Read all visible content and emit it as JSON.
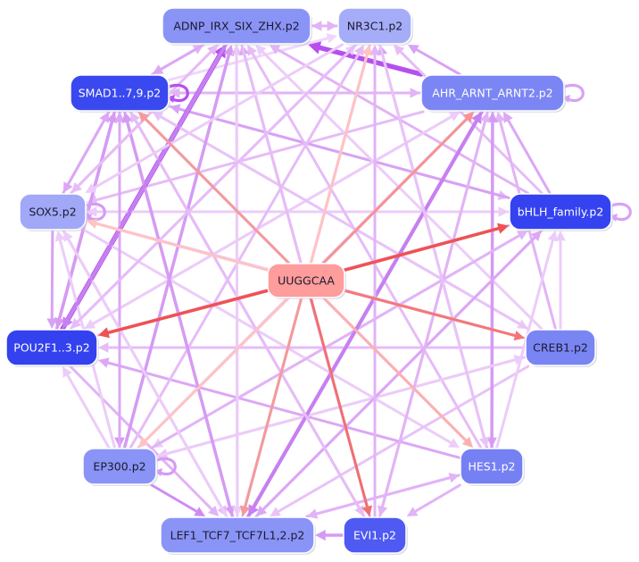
{
  "center": {
    "id": "UUGGCAA",
    "label": "UUGGCAA",
    "color": "#ff9c9c"
  },
  "nodes": [
    {
      "id": "ADNP",
      "label": "ADNP_IRX_SIX_ZHX.p2",
      "color": "#8a94f6",
      "text": "dark"
    },
    {
      "id": "NR3C1",
      "label": "NR3C1.p2",
      "color": "#a6adf8",
      "text": "dark"
    },
    {
      "id": "SMAD",
      "label": "SMAD1..7,9.p2",
      "color": "#3a48f0",
      "text": "light"
    },
    {
      "id": "AHR",
      "label": "AHR_ARNT_ARNT2.p2",
      "color": "#7b86f4",
      "text": "light"
    },
    {
      "id": "SOX5",
      "label": "SOX5.p2",
      "color": "#a1a8f7",
      "text": "dark"
    },
    {
      "id": "BHLH",
      "label": "bHLH_family.p2",
      "color": "#3442ef",
      "text": "light"
    },
    {
      "id": "POU2F1",
      "label": "POU2F1..3.p2",
      "color": "#3341ef",
      "text": "light"
    },
    {
      "id": "CREB1",
      "label": "CREB1.p2",
      "color": "#7a85f4",
      "text": "dark"
    },
    {
      "id": "EP300",
      "label": "EP300.p2",
      "color": "#8a94f6",
      "text": "dark"
    },
    {
      "id": "HES1",
      "label": "HES1.p2",
      "color": "#7580f3",
      "text": "light"
    },
    {
      "id": "LEF1",
      "label": "LEF1_TCF7_TCF7L1,2.p2",
      "color": "#8a94f6",
      "text": "dark"
    },
    {
      "id": "EVI1",
      "label": "EVI1.p2",
      "color": "#4e5af1",
      "text": "light"
    }
  ],
  "center_edges": [
    {
      "to": "SMAD",
      "color": "#f49a9a"
    },
    {
      "to": "NR3C1",
      "color": "#ffc3c3"
    },
    {
      "to": "AHR",
      "color": "#f79292"
    },
    {
      "to": "SOX5",
      "color": "#ffc3c3"
    },
    {
      "to": "BHLH",
      "color": "#ef5252"
    },
    {
      "to": "POU2F1",
      "color": "#ef5252"
    },
    {
      "to": "CREB1",
      "color": "#f47777"
    },
    {
      "to": "EP300",
      "color": "#ffc3c3"
    },
    {
      "to": "HES1",
      "color": "#fcb0b0"
    },
    {
      "to": "LEF1",
      "color": "#f49a9a"
    },
    {
      "to": "EVI1",
      "color": "#f07070"
    }
  ],
  "edges": [
    {
      "from": "SMAD",
      "to": "ADNP",
      "color": "#e2b3f6"
    },
    {
      "from": "SMAD",
      "to": "NR3C1",
      "color": "#f0d6fb"
    },
    {
      "from": "SMAD",
      "to": "AHR",
      "color": "#e2b3f6"
    },
    {
      "from": "SMAD",
      "to": "BHLH",
      "color": "#e6bcf7"
    },
    {
      "from": "SMAD",
      "to": "SOX5",
      "color": "#dca7f5"
    },
    {
      "from": "SMAD",
      "to": "POU2F1",
      "color": "#d59bf3"
    },
    {
      "from": "SMAD",
      "to": "EP300",
      "color": "#d496f3"
    },
    {
      "from": "SMAD",
      "to": "LEF1",
      "color": "#d8a2f4"
    },
    {
      "from": "SMAD",
      "to": "EVI1",
      "color": "#e6bcf7"
    },
    {
      "from": "SMAD",
      "to": "HES1",
      "color": "#e8c3f8"
    },
    {
      "from": "SMAD",
      "to": "CREB1",
      "color": "#ecccf9"
    },
    {
      "from": "AHR",
      "to": "SMAD",
      "color": "#e2b3f6"
    },
    {
      "from": "AHR",
      "to": "ADNP",
      "color": "#b550ee"
    },
    {
      "from": "AHR",
      "to": "NR3C1",
      "color": "#d8a2f4"
    },
    {
      "from": "AHR",
      "to": "SOX5",
      "color": "#e6bcf7"
    },
    {
      "from": "AHR",
      "to": "LEF1",
      "color": "#c680f1"
    },
    {
      "from": "AHR",
      "to": "EVI1",
      "color": "#e2b3f6"
    },
    {
      "from": "AHR",
      "to": "HES1",
      "color": "#d8a2f4"
    },
    {
      "from": "AHR",
      "to": "POU2F1",
      "color": "#ecccf9"
    },
    {
      "from": "AHR",
      "to": "EP300",
      "color": "#ecccf9"
    },
    {
      "from": "BHLH",
      "to": "AHR",
      "color": "#dca7f5"
    },
    {
      "from": "BHLH",
      "to": "ADNP",
      "color": "#e2b3f6"
    },
    {
      "from": "BHLH",
      "to": "SMAD",
      "color": "#d8a2f4"
    },
    {
      "from": "BHLH",
      "to": "SOX5",
      "color": "#ecccf9"
    },
    {
      "from": "BHLH",
      "to": "POU2F1",
      "color": "#e2b3f6"
    },
    {
      "from": "BHLH",
      "to": "LEF1",
      "color": "#dca7f5"
    },
    {
      "from": "BHLH",
      "to": "EP300",
      "color": "#ecccf9"
    },
    {
      "from": "BHLH",
      "to": "NR3C1",
      "color": "#e6bcf7"
    },
    {
      "from": "POU2F1",
      "to": "ADNP",
      "color": "#b550ee"
    },
    {
      "from": "POU2F1",
      "to": "SMAD",
      "color": "#d59bf3"
    },
    {
      "from": "POU2F1",
      "to": "BHLH",
      "color": "#e8c3f8"
    },
    {
      "from": "POU2F1",
      "to": "AHR",
      "color": "#ecccf9"
    },
    {
      "from": "POU2F1",
      "to": "LEF1",
      "color": "#e2b3f6"
    },
    {
      "from": "POU2F1",
      "to": "NR3C1",
      "color": "#ecccf9"
    },
    {
      "from": "SOX5",
      "to": "POU2F1",
      "color": "#d8a2f4"
    },
    {
      "from": "SOX5",
      "to": "ADNP",
      "color": "#e2b3f6"
    },
    {
      "from": "SOX5",
      "to": "SMAD",
      "color": "#dca7f5"
    },
    {
      "from": "SOX5",
      "to": "BHLH",
      "color": "#ecccf9"
    },
    {
      "from": "SOX5",
      "to": "LEF1",
      "color": "#e6bcf7"
    },
    {
      "from": "SOX5",
      "to": "HES1",
      "color": "#ecccf9"
    },
    {
      "from": "CREB1",
      "to": "POU2F1",
      "color": "#e6bcf7"
    },
    {
      "from": "CREB1",
      "to": "SMAD",
      "color": "#e8c3f8"
    },
    {
      "from": "CREB1",
      "to": "EP300",
      "color": "#e8c3f8"
    },
    {
      "from": "CREB1",
      "to": "LEF1",
      "color": "#e8c3f8"
    },
    {
      "from": "CREB1",
      "to": "AHR",
      "color": "#e2b3f6"
    },
    {
      "from": "CREB1",
      "to": "BHLH",
      "color": "#ecccf9"
    },
    {
      "from": "CREB1",
      "to": "SOX5",
      "color": "#ecccf9"
    },
    {
      "from": "CREB1",
      "to": "ADNP",
      "color": "#ecccf9"
    },
    {
      "from": "HES1",
      "to": "POU2F1",
      "color": "#dca7f5"
    },
    {
      "from": "HES1",
      "to": "NR3C1",
      "color": "#d8a2f4"
    },
    {
      "from": "HES1",
      "to": "AHR",
      "color": "#d59bf3"
    },
    {
      "from": "HES1",
      "to": "LEF1",
      "color": "#e2b3f6"
    },
    {
      "from": "HES1",
      "to": "EVI1",
      "color": "#e2b3f6"
    },
    {
      "from": "HES1",
      "to": "BHLH",
      "color": "#ecccf9"
    },
    {
      "from": "HES1",
      "to": "ADNP",
      "color": "#e6bcf7"
    },
    {
      "from": "EP300",
      "to": "LEF1",
      "color": "#cf8cf2"
    },
    {
      "from": "EP300",
      "to": "ADNP",
      "color": "#d59bf3"
    },
    {
      "from": "EP300",
      "to": "SOX5",
      "color": "#ecccf9"
    },
    {
      "from": "EP300",
      "to": "POU2F1",
      "color": "#ecccf9"
    },
    {
      "from": "EP300",
      "to": "AHR",
      "color": "#e6bcf7"
    },
    {
      "from": "EP300",
      "to": "BHLH",
      "color": "#e2b3f6"
    },
    {
      "from": "EP300",
      "to": "SMAD",
      "color": "#dca7f5"
    },
    {
      "from": "EP300",
      "to": "NR3C1",
      "color": "#e6bcf7"
    },
    {
      "from": "EP300",
      "to": "CREB1",
      "color": "#ecccf9"
    },
    {
      "from": "LEF1",
      "to": "AHR",
      "color": "#c680f1"
    },
    {
      "from": "LEF1",
      "to": "ADNP",
      "color": "#e6bcf7"
    },
    {
      "from": "LEF1",
      "to": "SMAD",
      "color": "#d59bf3"
    },
    {
      "from": "LEF1",
      "to": "NR3C1",
      "color": "#e6bcf7"
    },
    {
      "from": "LEF1",
      "to": "SOX5",
      "color": "#ecccf9"
    },
    {
      "from": "LEF1",
      "to": "BHLH",
      "color": "#dca7f5"
    },
    {
      "from": "LEF1",
      "to": "HES1",
      "color": "#e2b3f6"
    },
    {
      "from": "EVI1",
      "to": "LEF1",
      "color": "#d59bf3"
    },
    {
      "from": "EVI1",
      "to": "ADNP",
      "color": "#dca7f5"
    },
    {
      "from": "EVI1",
      "to": "NR3C1",
      "color": "#e2b3f6"
    },
    {
      "from": "EVI1",
      "to": "SMAD",
      "color": "#e6bcf7"
    },
    {
      "from": "EVI1",
      "to": "AHR",
      "color": "#e2b3f6"
    },
    {
      "from": "ADNP",
      "to": "NR3C1",
      "color": "#e2b3f6"
    },
    {
      "from": "ADNP",
      "to": "SMAD",
      "color": "#dca7f5"
    },
    {
      "from": "ADNP",
      "to": "SOX5",
      "color": "#e6bcf7"
    },
    {
      "from": "ADNP",
      "to": "POU2F1",
      "color": "#c680f1"
    },
    {
      "from": "ADNP",
      "to": "LEF1",
      "color": "#ecccf9"
    },
    {
      "from": "ADNP",
      "to": "EVI1",
      "color": "#e6bcf7"
    },
    {
      "from": "NR3C1",
      "to": "ADNP",
      "color": "#e2b3f6"
    },
    {
      "from": "NR3C1",
      "to": "LEF1",
      "color": "#e6bcf7"
    },
    {
      "from": "NR3C1",
      "to": "HES1",
      "color": "#e8c3f8"
    },
    {
      "from": "NR3C1",
      "to": "SOX5",
      "color": "#ecccf9"
    },
    {
      "from": "NR3C1",
      "to": "POU2F1",
      "color": "#e6bcf7"
    }
  ],
  "self_loops": [
    {
      "node": "SMAD",
      "color": "#b550ee"
    },
    {
      "node": "AHR",
      "color": "#d8a2f4"
    },
    {
      "node": "SOX5",
      "color": "#d59bf3"
    },
    {
      "node": "BHLH",
      "color": "#d8a2f4"
    },
    {
      "node": "EP300",
      "color": "#d59bf3"
    }
  ]
}
